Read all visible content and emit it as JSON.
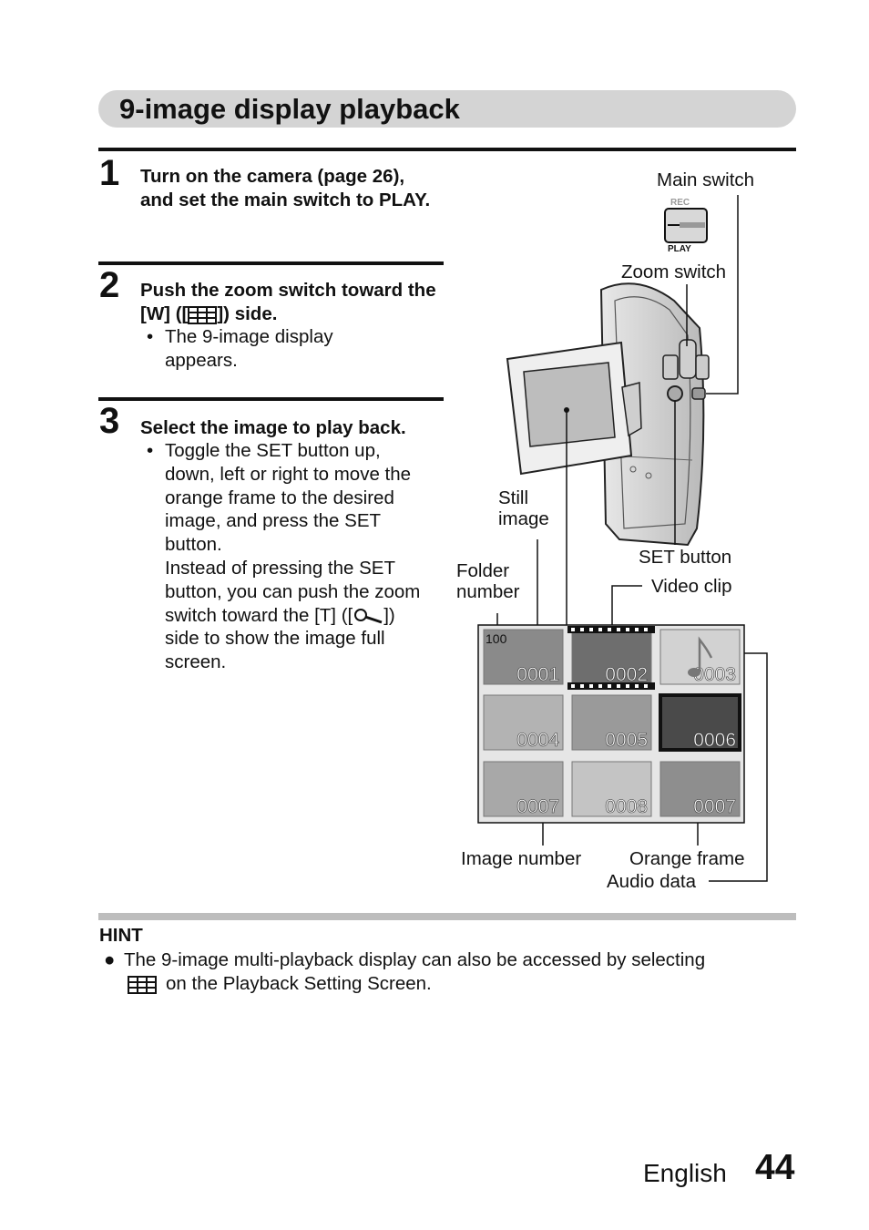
{
  "page": {
    "title": "9-image display playback",
    "footer_language": "English",
    "page_number": "44"
  },
  "steps": [
    {
      "number": "1",
      "heading": "Turn on the camera (page 26), and set the main switch to PLAY."
    },
    {
      "number": "2",
      "heading_before": "Push the zoom switch toward the [W] ([",
      "heading_after": "]) side.",
      "bullet": "The 9-image display appears."
    },
    {
      "number": "3",
      "heading": "Select the image to play back.",
      "bullet": "Toggle the SET button up, down, left or right to move the orange frame to the desired image, and press the SET button.",
      "note_line1": "Instead of pressing the SET button, you can push the zoom switch toward the [T]",
      "note_line2_before": "([",
      "note_line2_after": "]) side to show the image full screen."
    }
  ],
  "diagram": {
    "labels": {
      "main_switch": "Main switch",
      "zoom_switch": "Zoom switch",
      "still_image_1": "Still",
      "still_image_2": "image",
      "set_button": "SET button",
      "folder_number_1": "Folder",
      "folder_number_2": "number",
      "video_clip": "Video clip",
      "image_number": "Image number",
      "orange_frame": "Orange frame",
      "audio_data": "Audio data"
    },
    "switch_rec": "REC",
    "switch_play": "PLAY",
    "folder_value": "100",
    "thumbnails": [
      "0001",
      "0002",
      "0003",
      "0004",
      "0005",
      "0006",
      "0007",
      "0008",
      "0007"
    ],
    "selected_index": 5
  },
  "hint": {
    "heading": "HINT",
    "bullet_before": "The 9-image multi-playback display can also be accessed by selecting",
    "bullet_after": "on the Playback Setting Screen."
  }
}
